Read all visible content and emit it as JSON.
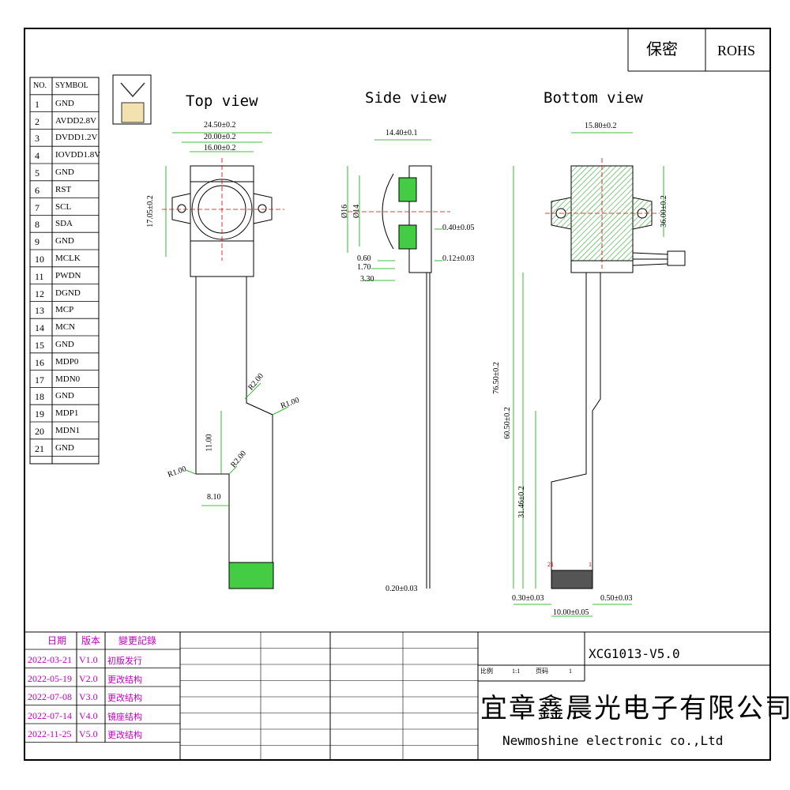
{
  "header": {
    "confidential": "保密",
    "rohs": "ROHS"
  },
  "pin_table": {
    "col_no": "NO.",
    "col_symbol": "SYMBOL",
    "rows": [
      {
        "no": "1",
        "symbol": "GND"
      },
      {
        "no": "2",
        "symbol": "AVDD2.8V"
      },
      {
        "no": "3",
        "symbol": "DVDD1.2V"
      },
      {
        "no": "4",
        "symbol": "IOVDD1.8V"
      },
      {
        "no": "5",
        "symbol": "GND"
      },
      {
        "no": "6",
        "symbol": "RST"
      },
      {
        "no": "7",
        "symbol": "SCL"
      },
      {
        "no": "8",
        "symbol": "SDA"
      },
      {
        "no": "9",
        "symbol": "GND"
      },
      {
        "no": "10",
        "symbol": "MCLK"
      },
      {
        "no": "11",
        "symbol": "PWDN"
      },
      {
        "no": "12",
        "symbol": "DGND"
      },
      {
        "no": "13",
        "symbol": "MCP"
      },
      {
        "no": "14",
        "symbol": "MCN"
      },
      {
        "no": "15",
        "symbol": "GND"
      },
      {
        "no": "16",
        "symbol": "MDP0"
      },
      {
        "no": "17",
        "symbol": "MDN0"
      },
      {
        "no": "18",
        "symbol": "GND"
      },
      {
        "no": "19",
        "symbol": "MDP1"
      },
      {
        "no": "20",
        "symbol": "MDN1"
      },
      {
        "no": "21",
        "symbol": "GND"
      }
    ]
  },
  "views": {
    "top": {
      "title": "Top view",
      "dims": {
        "w1": "24.50±0.2",
        "w2": "20.00±0.2",
        "w3": "16.00±0.2",
        "h1": "17.05±0.2",
        "r1": "R2.00",
        "r2": "R1.00",
        "r3": "R2.00",
        "r4": "R1.00",
        "l1": "11.00",
        "w4": "8.10"
      }
    },
    "side": {
      "title": "Side view",
      "dims": {
        "w1": "14.40±0.1",
        "d1": "Ø16",
        "d2": "Ø14",
        "t1": "0.40±0.05",
        "t2": "0.12±0.03",
        "a1": "0.60",
        "a2": "1.70",
        "a3": "3.30",
        "fpc": "0.20±0.03"
      }
    },
    "bottom": {
      "title": "Bottom view",
      "dims": {
        "w1": "15.80±0.2",
        "h1": "36.00±0.2",
        "l1": "76.50±0.2",
        "l2": "60.50±0.2",
        "l3": "31.46±0.2",
        "pin21": "21",
        "pin1": "1",
        "t1": "0.30±0.03",
        "t2": "0.50±0.03",
        "w2": "10.00±0.05"
      }
    }
  },
  "revisions": {
    "col_date": "日期",
    "col_ver": "版本",
    "col_note": "變更記錄",
    "rows": [
      {
        "date": "2022-03-21",
        "ver": "V1.0",
        "note": "初版发行"
      },
      {
        "date": "2022-05-19",
        "ver": "V2.0",
        "note": "更改结构"
      },
      {
        "date": "2022-07-08",
        "ver": "V3.0",
        "note": "更改结构"
      },
      {
        "date": "2022-07-14",
        "ver": "V4.0",
        "note": "镜座结构"
      },
      {
        "date": "2022-11-25",
        "ver": "V5.0",
        "note": "更改结构"
      }
    ]
  },
  "title_block": {
    "drawing_no": "XCG1013-V5.0",
    "scale_label": "比例",
    "scale": "1:1",
    "page_label": "页码",
    "page": "1",
    "company_cn": "宜章鑫晨光电子有限公司",
    "company_en": "Newmoshine  electronic co.,Ltd"
  },
  "colors": {
    "border": "#000000",
    "dimension": "#00aa00",
    "center_line": "#dd0000",
    "revision_text": "#c000c0",
    "hatch": "#33aa33"
  }
}
